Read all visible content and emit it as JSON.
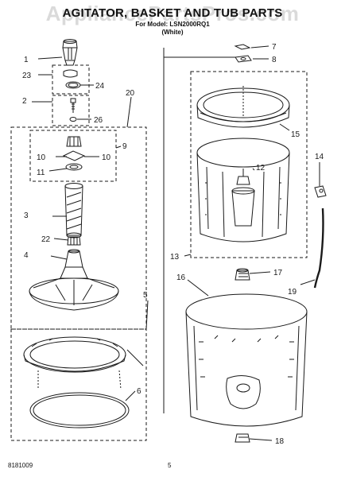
{
  "header": {
    "watermark": "AppliancePartsPros.com",
    "title": "AGITATOR, BASKET AND TUB PARTS",
    "model_line": "For Model: LSN2000RQ1",
    "color_line": "(White)"
  },
  "footer": {
    "doc_number": "8181009",
    "page_number": "5"
  },
  "callouts": [
    "1",
    "2",
    "3",
    "4",
    "5",
    "6",
    "7",
    "8",
    "9",
    "10",
    "10",
    "11",
    "12",
    "13",
    "14",
    "15",
    "16",
    "17",
    "18",
    "19",
    "20",
    "22",
    "23",
    "24",
    "26"
  ],
  "colors": {
    "ink": "#1a1a1a",
    "watermark": "#bdbdbd",
    "background": "#ffffff"
  }
}
